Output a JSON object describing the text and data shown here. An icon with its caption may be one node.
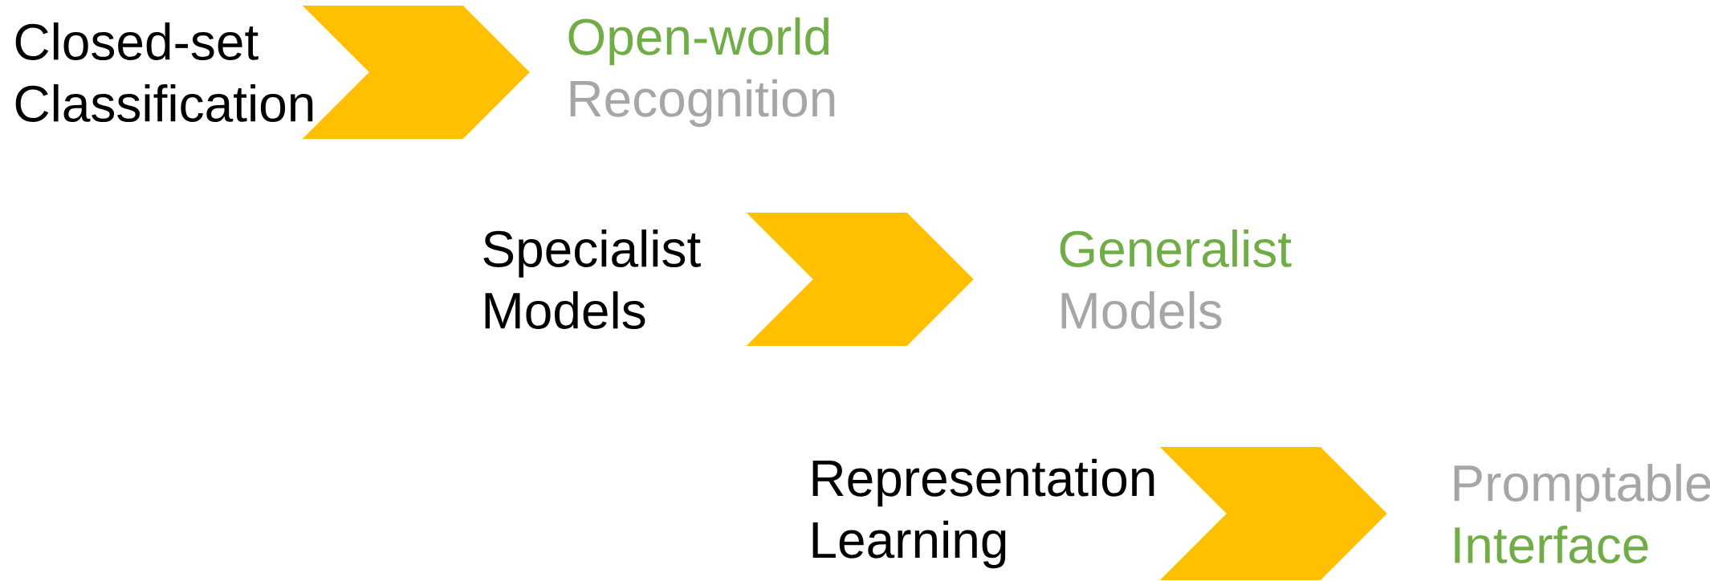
{
  "diagram": {
    "nodes": [
      {
        "text": [
          "Closed-set Classification"
        ]
      },
      {
        "text": [
          "Open-world",
          "Recognition"
        ]
      },
      {
        "text": [
          "Specialist Models"
        ]
      },
      {
        "text": [
          "Generalist",
          "Models"
        ]
      },
      {
        "text": [
          "Representation Learning"
        ]
      },
      {
        "text": [
          "Promptable",
          "Interface"
        ]
      }
    ],
    "edges": [
      {
        "from": 0,
        "to": 1,
        "arrow": "to"
      },
      {
        "from": 2,
        "to": 3,
        "arrow": "to"
      },
      {
        "from": 4,
        "to": 5,
        "arrow": "to"
      }
    ]
  }
}
